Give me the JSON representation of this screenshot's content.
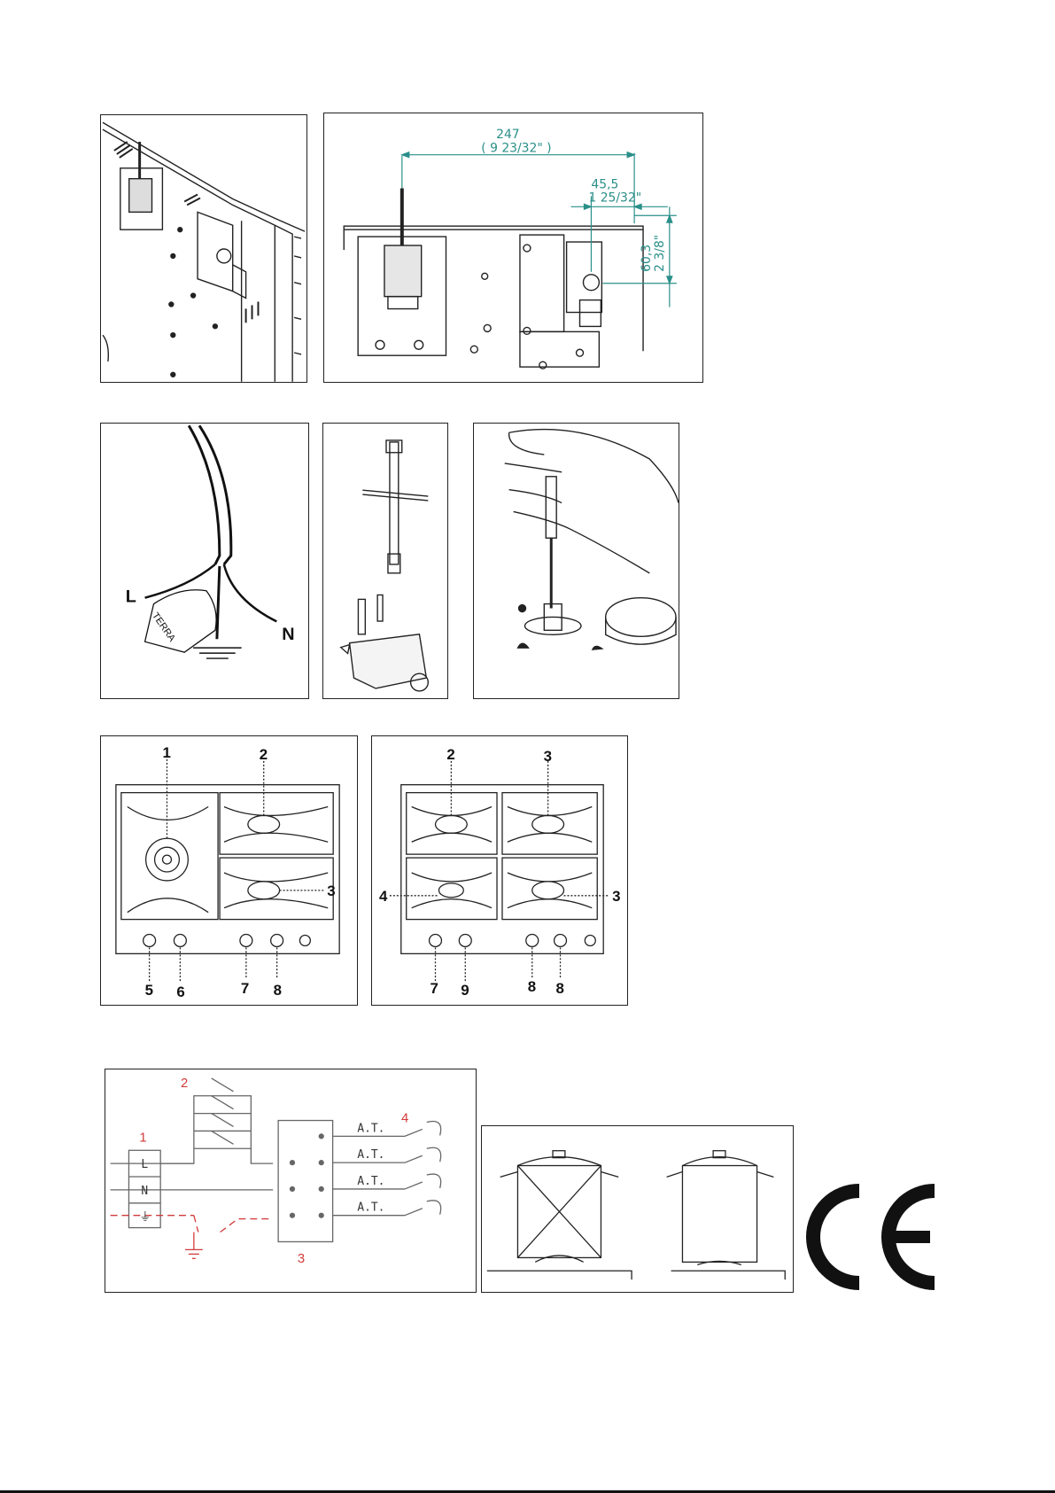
{
  "panel_a": {},
  "panel_b": {
    "dim_width_mm": "247",
    "dim_width_in": "( 9 23/32\" )",
    "dim_offset_mm": "45,5",
    "dim_offset_in": "1 25/32\"",
    "dim_height_mm": "60,3",
    "dim_height_in": "2 3/8\""
  },
  "panel_c": {
    "live_label": "L",
    "neutral_label": "N",
    "earth_tag": "TERRA"
  },
  "hob_left": {
    "top_labels": [
      "1",
      "2"
    ],
    "side_label": "3",
    "bottom_labels": [
      "5",
      "6",
      "7",
      "8"
    ]
  },
  "hob_right": {
    "top_labels": [
      "2",
      "3"
    ],
    "left_label": "4",
    "right_label": "3",
    "bottom_labels": [
      "7",
      "9",
      "8",
      "8"
    ]
  },
  "wiring": {
    "refs": [
      "1",
      "2",
      "3",
      "4"
    ],
    "terminals": [
      "L",
      "N",
      "⏚"
    ],
    "outputs": [
      "A.T.",
      "A.T.",
      "A.T.",
      "A.T."
    ]
  },
  "colors": {
    "dimension": "#2a8f89",
    "wiring_ref": "#d23a3a",
    "line": "#222222"
  },
  "icons": [
    "connector-icon",
    "box-spanner-icon",
    "screwdriver-icon",
    "hand-icon",
    "pot-icon",
    "ce-mark-icon"
  ]
}
